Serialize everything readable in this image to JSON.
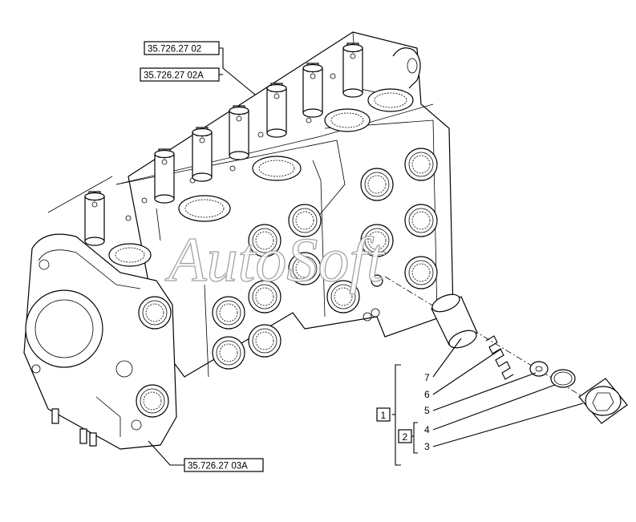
{
  "references": {
    "upper_1": "35.726.27 02",
    "upper_2": "35.726.27 02A",
    "lower": "35.726.27 03A"
  },
  "watermark": "AutoSoft",
  "callouts": {
    "group_1": "1",
    "group_2": "2",
    "item_7": "7",
    "item_6": "6",
    "item_5": "5",
    "item_4": "4",
    "item_3": "3"
  },
  "colors": {
    "line": "#000000",
    "watermark_stroke": "#9a9a9a",
    "background": "#ffffff"
  }
}
